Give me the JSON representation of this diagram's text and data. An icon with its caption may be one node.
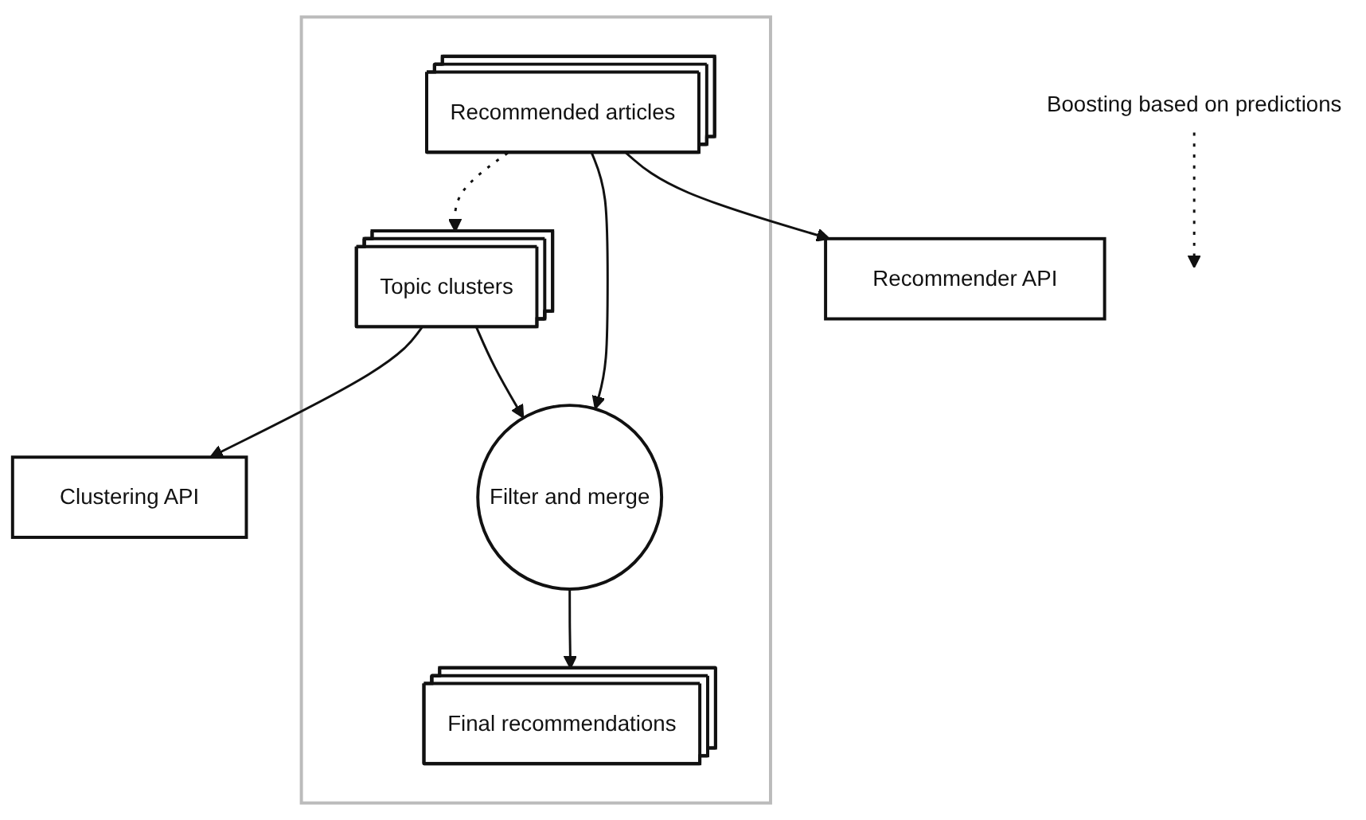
{
  "diagram": {
    "nodes": [
      {
        "text": [],
        "shape": "box"
      },
      {
        "text": [
          "Clustering API"
        ]
      },
      {
        "text": [
          "Topic clusters"
        ],
        "in": 0
      },
      {
        "text": [
          "Recommended articles"
        ],
        "in": 0
      },
      {
        "text": [
          "Recommender API"
        ]
      },
      {
        "text": [
          "Filter and merge"
        ],
        "in": 0
      },
      {
        "text": [
          "Final recommendations"
        ],
        "in": 0
      },
      {
        "text": [
          "Boosting based on predictions"
        ]
      }
    ],
    "edges": [
      {
        "from": 2,
        "to": 1,
        "arrow": "to"
      },
      {
        "from": 3,
        "to": 2,
        "arrow": "to",
        "style": "dashed"
      },
      {
        "from": 2,
        "to": 5,
        "arrow": "to"
      },
      {
        "from": 3,
        "to": 5,
        "arrow": "to"
      },
      {
        "from": 3,
        "to": 4,
        "arrow": "to"
      },
      {
        "from": 5,
        "to": 6,
        "arrow": "to"
      },
      {
        "from": 7,
        "to": null,
        "arrow": "to",
        "style": "dashed"
      }
    ]
  }
}
